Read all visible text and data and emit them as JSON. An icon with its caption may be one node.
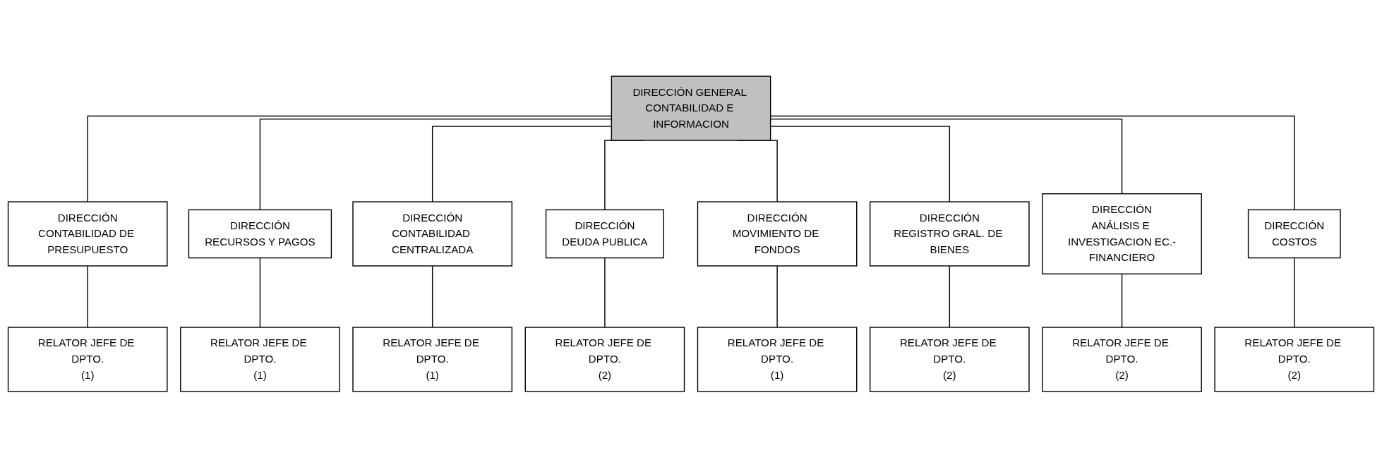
{
  "diagram": {
    "nodes": [
      {
        "text": [
          "DIRECCIÓN GENERAL CONTABILIDAD E INFORMACION"
        ]
      },
      {
        "text": [
          "DIRECCIÓN",
          "CONTABILIDAD DE PRESUPUESTO"
        ]
      },
      {
        "text": [
          "DIRECCIÓN",
          "RECURSOS Y PAGOS"
        ]
      },
      {
        "text": [
          "DIRECCIÓN",
          "CONTABILIDAD CENTRALIZADA"
        ]
      },
      {
        "text": [
          "DIRECCIÓN",
          "DEUDA PUBLICA"
        ]
      },
      {
        "text": [
          "DIRECCIÓN",
          "MOVIMIENTO DE FONDOS"
        ]
      },
      {
        "text": [
          "DIRECCIÓN",
          "REGISTRO GRAL. DE BIENES"
        ]
      },
      {
        "text": [
          "DIRECCIÓN",
          "ANÁLISIS E INVESTIGACION EC.-FINANCIERO"
        ]
      },
      {
        "text": [
          "DIRECCIÓN",
          "COSTOS"
        ]
      },
      {
        "text": [
          "RELATOR JEFE DE DPTO.",
          "(1)"
        ]
      },
      {
        "text": [
          "RELATOR JEFE DE DPTO.",
          "(1)"
        ]
      },
      {
        "text": [
          "RELATOR JEFE DE DPTO.",
          "(1)"
        ]
      },
      {
        "text": [
          "RELATOR JEFE DE DPTO.",
          "(2)"
        ]
      },
      {
        "text": [
          "RELATOR JEFE DE DPTO.",
          "(1)"
        ]
      },
      {
        "text": [
          "RELATOR JEFE DE DPTO.",
          "(2)"
        ]
      },
      {
        "text": [
          "RELATOR JEFE DE DPTO.",
          "(2)"
        ]
      },
      {
        "text": [
          "RELATOR JEFE DE DPTO.",
          "(2)"
        ]
      }
    ],
    "edges": [
      {
        "from": 0,
        "to": 1,
        "arrow": "none"
      },
      {
        "from": 0,
        "to": 2,
        "arrow": "none"
      },
      {
        "from": 0,
        "to": 3,
        "arrow": "none"
      },
      {
        "from": 0,
        "to": 4,
        "arrow": "none"
      },
      {
        "from": 0,
        "to": 5,
        "arrow": "none"
      },
      {
        "from": 0,
        "to": 6,
        "arrow": "none"
      },
      {
        "from": 0,
        "to": 7,
        "arrow": "none"
      },
      {
        "from": 0,
        "to": 8,
        "arrow": "none"
      },
      {
        "from": 1,
        "to": 9,
        "arrow": "none"
      },
      {
        "from": 2,
        "to": 10,
        "arrow": "none"
      },
      {
        "from": 3,
        "to": 11,
        "arrow": "none"
      },
      {
        "from": 4,
        "to": 12,
        "arrow": "none"
      },
      {
        "from": 5,
        "to": 13,
        "arrow": "none"
      },
      {
        "from": 6,
        "to": 14,
        "arrow": "none"
      },
      {
        "from": 7,
        "to": 15,
        "arrow": "none"
      },
      {
        "from": 8,
        "to": 16,
        "arrow": "none"
      }
    ]
  }
}
